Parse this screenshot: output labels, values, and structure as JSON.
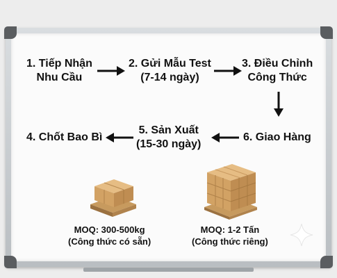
{
  "steps": [
    {
      "line1": "1. Tiếp Nhận",
      "line2": "Nhu Cầu"
    },
    {
      "line1": "2. Gửi Mẫu Test",
      "line2": "(7-14 ngày)"
    },
    {
      "line1": "3. Điều Chỉnh",
      "line2": "Công Thức"
    },
    {
      "line1": "4. Chốt Bao Bì",
      "line2": ""
    },
    {
      "line1": "5. Sản Xuất",
      "line2": "(15-30 ngày)"
    },
    {
      "line1": "6. Giao Hàng",
      "line2": ""
    }
  ],
  "options": [
    {
      "moq": "MOQ: 300-500kg",
      "note": "(Công thức có sẵn)"
    },
    {
      "moq": "MOQ: 1-2 Tấn",
      "note": "(Công thức riêng)"
    }
  ],
  "colors": {
    "ink": "#111111",
    "box": "#d9a868",
    "pallet": "#c79a5e"
  }
}
